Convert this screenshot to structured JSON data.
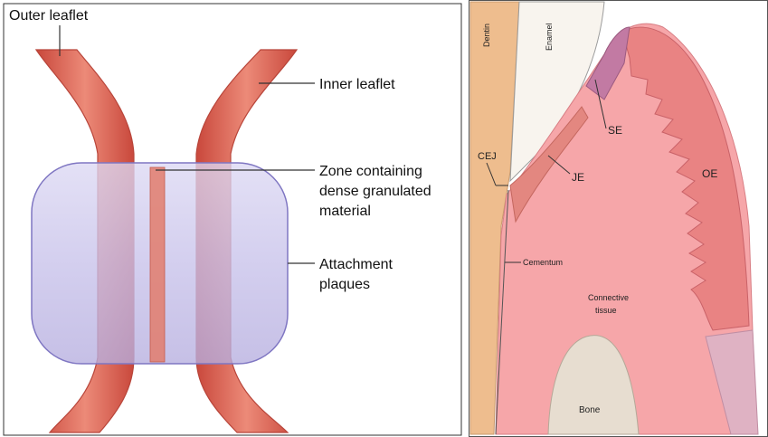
{
  "left_panel": {
    "labels": {
      "outer_leaflet": "Outer leaflet",
      "inner_leaflet": "Inner leaflet",
      "zone_line1": "Zone containing",
      "zone_line2": "dense granulated",
      "zone_line3": "material",
      "plaque_line1": "Attachment",
      "plaque_line2": "plaques"
    }
  },
  "right_panel": {
    "labels": {
      "dentin": "Dentin",
      "enamel": "Enamel",
      "cej": "CEJ",
      "se": "SE",
      "je": "JE",
      "oe": "OE",
      "cementum": "Cementum",
      "connective_line1": "Connective",
      "connective_line2": "tissue",
      "bone": "Bone"
    }
  },
  "colors": {
    "membrane_red": "#d9685a",
    "membrane_light": "#efa394",
    "plaque_fill": "#c9c4ea",
    "dentin": "#eebd8e",
    "gingiva": "#f6a6a9",
    "epithelium": "#e98383",
    "bone": "#e7ddd0"
  }
}
